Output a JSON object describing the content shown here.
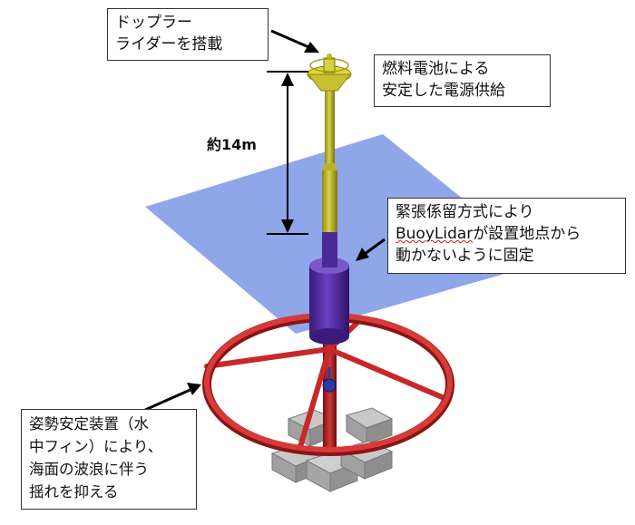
{
  "callouts": {
    "lidar": {
      "line1": "ドップラー",
      "line2": "ライダーを搭載"
    },
    "fuel": {
      "line1": "燃料電池による",
      "line2": "安定した電源供給"
    },
    "mooring": {
      "line1": "緊張係留方式により",
      "line2_word": "BuoyLidar",
      "line2_rest": "が設置地点から",
      "line3": "動かないように固定"
    },
    "stabilizer": {
      "line1": "姿勢安定装置（水",
      "line2": "中フィン）により、",
      "line3": "海面の波浪に伴う",
      "line4": "揺れを抑える"
    }
  },
  "dimension": {
    "height_label": "約14m"
  },
  "colors": {
    "sea": "#7f9ae6",
    "mast": "#c8c23a",
    "hull": "#5a2fa8",
    "ring": "#c82828",
    "anchor": "#b4b4b4",
    "pointer": "#000000"
  }
}
